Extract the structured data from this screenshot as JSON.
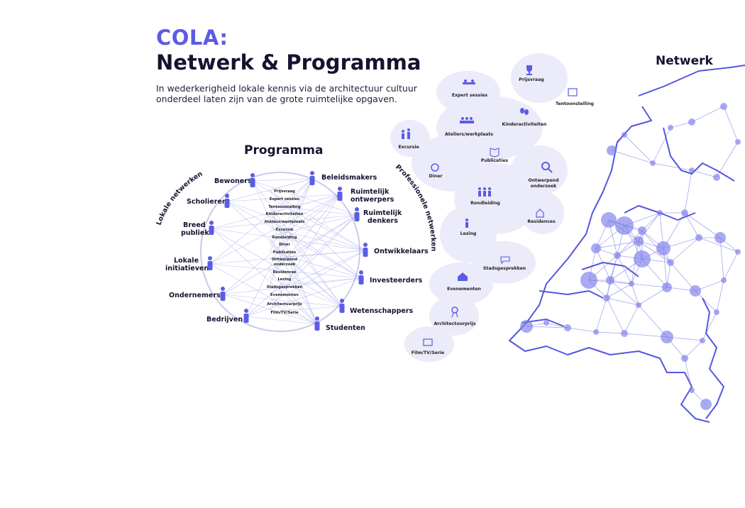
{
  "header": {
    "cola": "COLA:",
    "title": "Netwerk & Programma",
    "subtitle_line1": "In wederkerigheid lokale kennis via de architectuur cultuur",
    "subtitle_line2": "onderdeel laten zijn van de grote ruimtelijke opgaven."
  },
  "netwerk": {
    "heading": "Netwerk"
  },
  "programma": {
    "heading": "Programma",
    "arc_left": "Lokale netwerken",
    "arc_right": "Professionele netwerken",
    "left_actors": [
      "Bewoners",
      "Scholieren",
      "Breed",
      "publiek",
      "Lokale",
      "initiatieven",
      "Ondernemers",
      "Bedrijven"
    ],
    "right_actors": [
      "Beleidsmakers",
      "Ruimtelijk",
      "ontwerpers",
      "Ruimtelijk",
      "denkers",
      "Ontwikkelaars",
      "Investeerders",
      "Wetenschappers",
      "Studenten"
    ],
    "items": [
      "Prijsvraag",
      "Expert sessies",
      "Tentoonstelling",
      "Kinderactiviteiten",
      "Ateliers/werkplaats",
      "Excursie",
      "Rondleiding",
      "Diner",
      "Publicaties",
      "Ontwerpend",
      "onderzoek",
      "Residences",
      "Lezing",
      "Stadsgesprekken",
      "Evenementen",
      "Architectuurprijs",
      "Film/TV/Serie"
    ]
  },
  "activities": [
    "Prijsvraag",
    "Expert sessies",
    "Tentoonstelling",
    "Kinderactiviteiten",
    "Ateliers/werkplaats",
    "Excursie",
    "Publicaties",
    "Diner",
    "Ontwerpend",
    "onderzoek",
    "Rondleiding",
    "Residences",
    "Lezing",
    "Stadsgesprekken",
    "Evenementen",
    "Architectuurprijs",
    "Film/TV/Serie"
  ],
  "colors": {
    "accent": "#5b5ce6",
    "cloud": "#e9e9f8",
    "line": "#8c8de8",
    "text": "#141430"
  }
}
